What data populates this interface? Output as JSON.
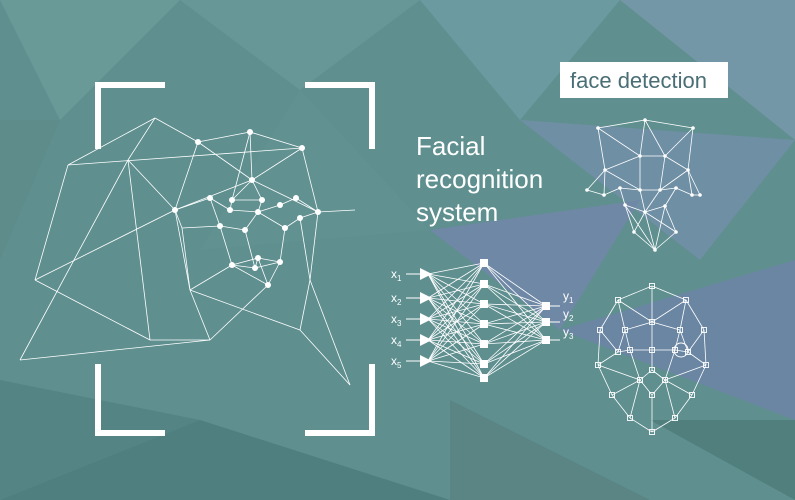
{
  "title": [
    "Facial",
    "recognition",
    "system"
  ],
  "badge": "face detection",
  "inputs": [
    {
      "base": "x",
      "sub": "1"
    },
    {
      "base": "x",
      "sub": "2"
    },
    {
      "base": "x",
      "sub": "3"
    },
    {
      "base": "x",
      "sub": "4"
    },
    {
      "base": "x",
      "sub": "5"
    }
  ],
  "outputs": [
    {
      "base": "y",
      "sub": "1"
    },
    {
      "base": "y",
      "sub": "2"
    },
    {
      "base": "y",
      "sub": "3"
    }
  ],
  "colors": {
    "background": "#5f8f8f",
    "lines": "#ffffff",
    "badge_bg": "#ffffff",
    "badge_text": "#4a6e75"
  }
}
